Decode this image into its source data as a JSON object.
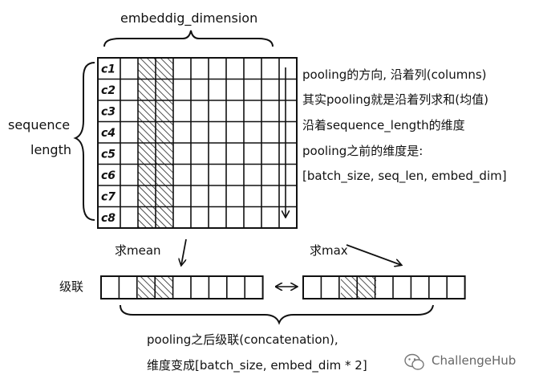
{
  "labels": {
    "embedding_dimension": "embeddig_dimension",
    "sequence": "sequence",
    "length": "length",
    "mean": "求mean",
    "max": "求max",
    "concat": "级联",
    "watermark": "ChallengeHub"
  },
  "rows": [
    "c1",
    "c2",
    "c3",
    "c4",
    "c5",
    "c6",
    "c7",
    "c8"
  ],
  "notes": [
    "pooling的方向, 沿着列(columns)",
    "其实pooling就是沿着列求和(均值)",
    "沿着sequence_length的维度",
    "pooling之前的维度是:",
    "[batch_size, seq_len, embed_dim]"
  ],
  "bottom_notes": [
    "pooling之后级联(concatenation),",
    "维度变成[batch_size, embed_dim * 2]"
  ]
}
